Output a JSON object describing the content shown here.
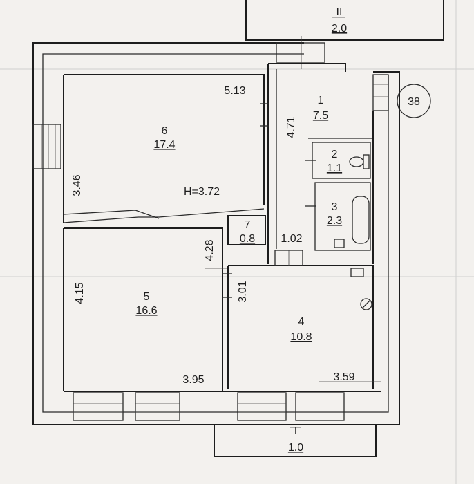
{
  "plan": {
    "rooms": [
      {
        "id": "1",
        "number": "1",
        "area": "7.5"
      },
      {
        "id": "2",
        "number": "2",
        "area": "1.1"
      },
      {
        "id": "3",
        "number": "3",
        "area": "2.3"
      },
      {
        "id": "4",
        "number": "4",
        "area": "10.8"
      },
      {
        "id": "5",
        "number": "5",
        "area": "16.6"
      },
      {
        "id": "6",
        "number": "6",
        "area": "17.4"
      },
      {
        "id": "7",
        "number": "7",
        "area": "0.8"
      }
    ],
    "balconies": [
      {
        "id": "top",
        "number": "II",
        "area": "2.0"
      },
      {
        "id": "bottom",
        "number": "I",
        "area": "1.0"
      }
    ],
    "dimensions": [
      {
        "id": "room6-width",
        "value": "5.13"
      },
      {
        "id": "room6-length",
        "value": "3.46"
      },
      {
        "id": "room1-length",
        "value": "4.71"
      },
      {
        "id": "room5-length",
        "value": "4.15"
      },
      {
        "id": "room5-width",
        "value": "3.95"
      },
      {
        "id": "corridor-length",
        "value": "4.28"
      },
      {
        "id": "room7-width",
        "value": "1.02"
      },
      {
        "id": "room4-length",
        "value": "3.01"
      },
      {
        "id": "room4-width",
        "value": "3.59"
      }
    ],
    "ceiling_height": "H=3.72",
    "apartment_number": "38"
  }
}
